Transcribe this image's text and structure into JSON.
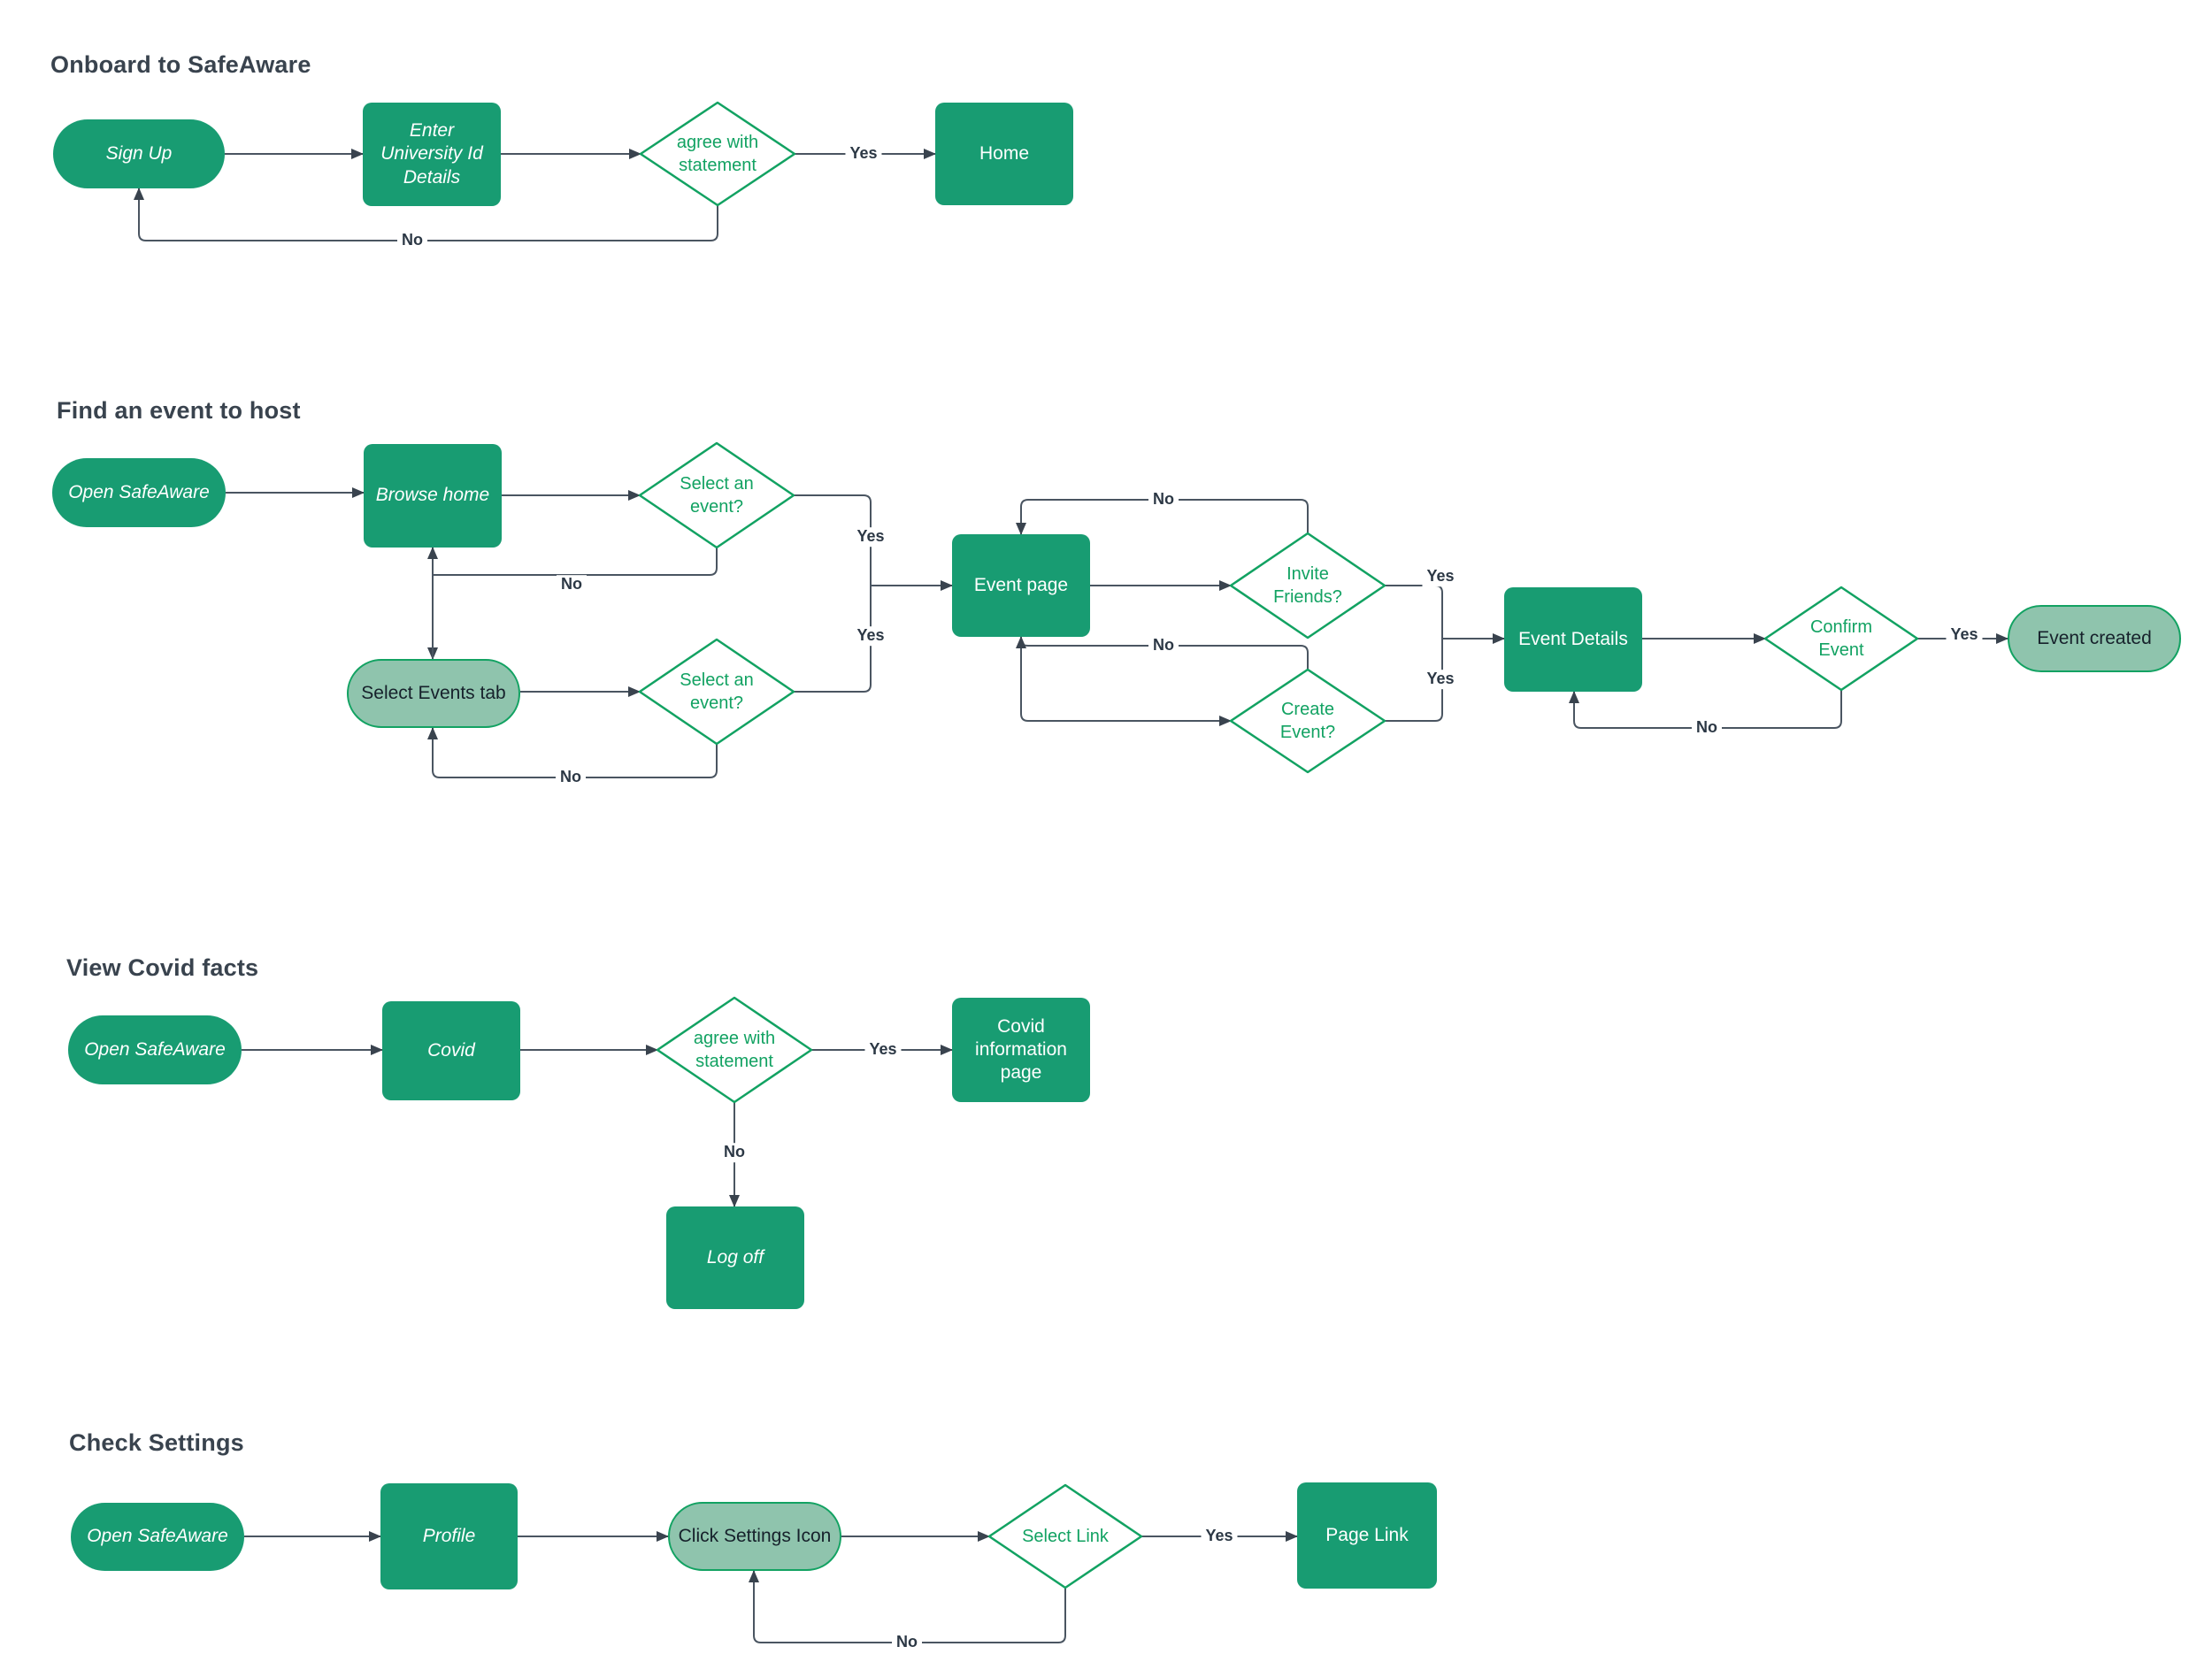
{
  "colors": {
    "node_fill": "#189c72",
    "node_text": "#ffffff",
    "light_fill": "#8fc4ad",
    "light_text": "#16212b",
    "outline": "#12a262",
    "connector": "#4a5561",
    "arrow": "#39434e",
    "title": "#39434e",
    "edge_label": "#2c3845",
    "background": "#ffffff"
  },
  "flows": [
    {
      "title": "Onboard to SafeAware",
      "nodes": {
        "sign_up": "Sign Up",
        "enter_university_id": "Enter University Id Details",
        "agree_with_statement": "agree with statement",
        "home": "Home"
      },
      "labels": {
        "yes": "Yes",
        "no": "No"
      }
    },
    {
      "title": "Find an event to host",
      "nodes": {
        "open_safeaware": "Open SafeAware",
        "browse_home": "Browse home",
        "select_an_event_1": "Select an event?",
        "select_events_tab": "Select Events tab",
        "select_an_event_2": "Select an event?",
        "event_page": "Event page",
        "invite_friends": "Invite Friends?",
        "create_event": "Create Event?",
        "event_details": "Event Details",
        "confirm_event": "Confirm Event",
        "event_created": "Event created"
      },
      "labels": {
        "yes_select_1": "Yes",
        "no_select_1": "No",
        "yes_select_2": "Yes",
        "no_select_2": "No",
        "no_invite": "No",
        "yes_invite": "Yes",
        "no_create": "No",
        "yes_create": "Yes",
        "yes_confirm": "Yes",
        "no_confirm": "No"
      }
    },
    {
      "title": "View Covid facts",
      "nodes": {
        "open_safeaware": "Open SafeAware",
        "covid": "Covid",
        "agree_with_statement": "agree with statement",
        "covid_information_page": "Covid information page",
        "log_off": "Log off"
      },
      "labels": {
        "yes": "Yes",
        "no": "No"
      }
    },
    {
      "title": "Check Settings",
      "nodes": {
        "open_safeaware": "Open SafeAware",
        "profile": "Profile",
        "click_settings_icon": "Click Settings Icon",
        "select_link": "Select Link",
        "page_link": "Page Link"
      },
      "labels": {
        "yes": "Yes",
        "no": "No"
      }
    }
  ]
}
